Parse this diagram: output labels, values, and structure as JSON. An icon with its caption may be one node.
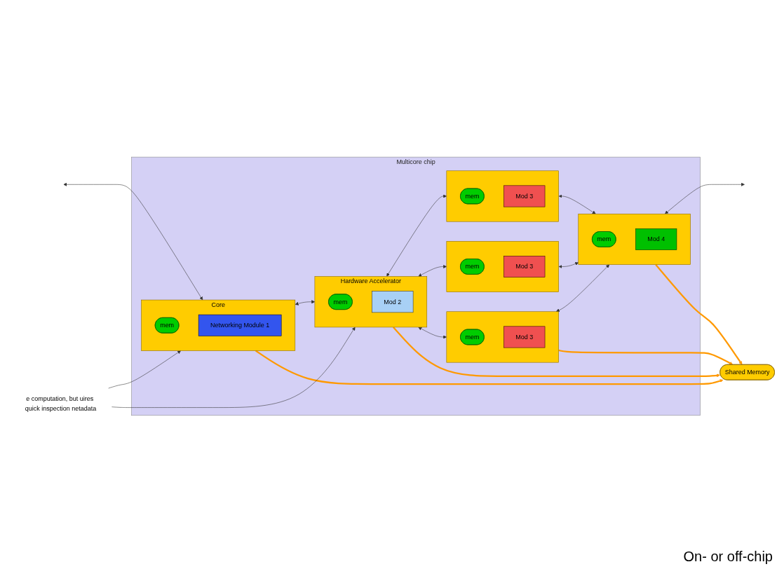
{
  "diagram": {
    "nodes": [
      {
        "text": [
          "Multicore chip"
        ]
      },
      {
        "text": [
          "Core"
        ],
        "in": 0
      },
      {
        "text": [
          "mem"
        ],
        "in": 1
      },
      {
        "text": [
          "Networking Module 1"
        ],
        "in": 1
      },
      {
        "text": [
          "Hardware Accelerator"
        ],
        "in": 0
      },
      {
        "text": [
          "mem"
        ],
        "in": 4
      },
      {
        "text": [
          "Mod 2"
        ],
        "in": 4
      },
      {
        "text": [],
        "shape": "box",
        "in": 0
      },
      {
        "text": [
          "mem"
        ],
        "in": 7
      },
      {
        "text": [
          "Mod 3"
        ],
        "in": 7
      },
      {
        "text": [],
        "shape": "box",
        "in": 0
      },
      {
        "text": [
          "mem"
        ],
        "in": 10
      },
      {
        "text": [
          "Mod 3"
        ],
        "in": 10
      },
      {
        "text": [],
        "shape": "box",
        "in": 0
      },
      {
        "text": [
          "mem"
        ],
        "in": 13
      },
      {
        "text": [
          "Mod 3"
        ],
        "in": 13
      },
      {
        "text": [],
        "shape": "box",
        "in": 0
      },
      {
        "text": [
          "mem"
        ],
        "in": 16
      },
      {
        "text": [
          "Mod 4"
        ],
        "in": 16
      },
      {
        "text": [
          "Shared Memory"
        ]
      },
      {
        "text": [
          "e computation, but uires quick inspection netadata"
        ]
      }
    ],
    "edges": [
      {
        "from": null,
        "to": 1,
        "arrow": "both"
      },
      {
        "from": 1,
        "to": 4,
        "arrow": "both"
      },
      {
        "from": 4,
        "to": 7,
        "arrow": "both"
      },
      {
        "from": 4,
        "to": 10,
        "arrow": "both"
      },
      {
        "from": 4,
        "to": 13,
        "arrow": "both"
      },
      {
        "from": 7,
        "to": 16,
        "arrow": "both"
      },
      {
        "from": 10,
        "to": 16,
        "arrow": "both"
      },
      {
        "from": 13,
        "to": 16,
        "arrow": "both"
      },
      {
        "from": 16,
        "to": null,
        "arrow": "both"
      },
      {
        "from": 1,
        "to": 19,
        "arrow": "to",
        "style": "thick",
        "color": "#ff9900"
      },
      {
        "from": 4,
        "to": 19,
        "arrow": "to",
        "style": "thick",
        "color": "#ff9900"
      },
      {
        "from": 13,
        "to": 19,
        "arrow": "to",
        "style": "thick",
        "color": "#ff9900"
      },
      {
        "from": 16,
        "to": 19,
        "arrow": "to",
        "style": "thick",
        "color": "#ff9900"
      },
      {
        "from": 20,
        "to": 1,
        "arrow": "to"
      },
      {
        "from": 20,
        "to": 4,
        "arrow": "to"
      }
    ],
    "labels": [
      "On- or off-chip"
    ]
  }
}
